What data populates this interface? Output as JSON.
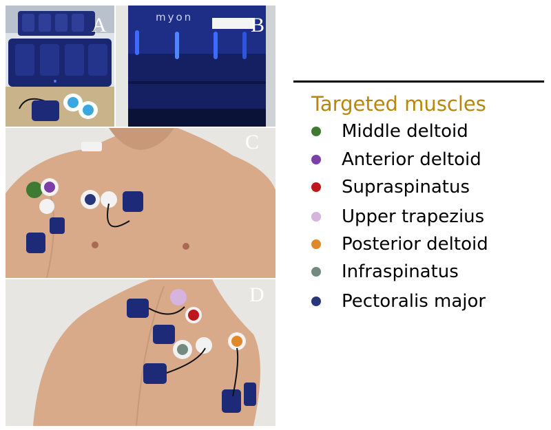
{
  "panels": {
    "a": {
      "label": "A"
    },
    "b": {
      "label": "B",
      "device_text": "myon"
    },
    "c": {
      "label": "C"
    },
    "d": {
      "label": "D"
    }
  },
  "legend": {
    "title": "Targeted muscles",
    "title_color": "#b8860b",
    "items": [
      {
        "label": "Middle deltoid",
        "color": "#3f7a33"
      },
      {
        "label": "Anterior deltoid",
        "color": "#7b3fa6"
      },
      {
        "label": "Supraspinatus",
        "color": "#c0171c"
      },
      {
        "label": "Upper trapezius",
        "color": "#d7b3e0"
      },
      {
        "label": "Posterior deltoid",
        "color": "#e0892a"
      },
      {
        "label": "Infraspinatus",
        "color": "#728a80"
      },
      {
        "label": "Pectoralis major",
        "color": "#27367a"
      }
    ]
  },
  "colors": {
    "sensor": "#1c2a78",
    "skin": "#d9aa8a",
    "wall": "#e8e6e2"
  }
}
